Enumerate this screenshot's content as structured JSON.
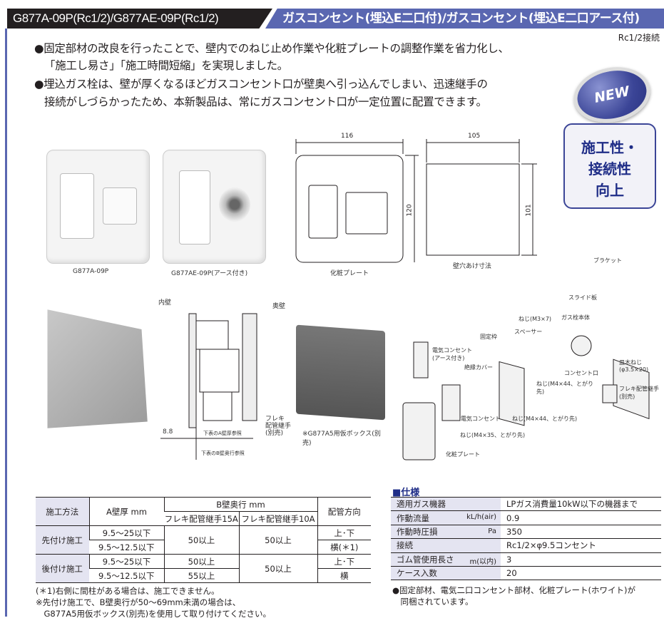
{
  "header": {
    "model": "G877A-09P(Rc1/2)/G877AE-09P(Rc1/2)",
    "title": "ガスコンセント(埋込E二口付)/ガスコンセント(埋込E二口アース付)",
    "connection": "Rc1/2接続"
  },
  "bullets": [
    "●固定部材の改良を行ったことで、壁内でのねじ止め作業や化粧プレートの調整作業を省力化し、",
    "「施工し易さ」「施工時間短縮」を実現しました。",
    "●埋込ガス栓は、壁が厚くなるほどガスコンセント口が壁奥へ引っ込んでしまい、迅速継手の",
    "接続がしづらかったため、本新製品は、常にガスコンセント口が一定位置に配置できます。"
  ],
  "badge": {
    "new": "NEW",
    "lines": [
      "施工性・",
      "接続性",
      "向上"
    ]
  },
  "products": [
    {
      "caption": "G877A-09P"
    },
    {
      "caption": "G877AE-09P(アース付き)"
    }
  ],
  "dimensions": {
    "plate_width": "116",
    "plate_height": "120",
    "plate_caption": "化粧プレート",
    "hole_width": "105",
    "hole_height": "101",
    "hole_caption": "壁穴あけ寸法"
  },
  "section": {
    "inner_wall": "内壁",
    "back_wall": "奥壁",
    "flex_joint": "フレキ\n配管継手\n(別売)",
    "offset": "8.8",
    "a_ref": "下表のA壁厚参照",
    "b_ref": "下表のB壁奥行参照"
  },
  "box_caption": "※G877A5用仮ボックス(別売)",
  "exploded": {
    "labels": [
      "ブラケット",
      "スライド板",
      "ねじ(M3×7)",
      "ガス栓本体",
      "スペーサー",
      "固定枠",
      "電気コンセント(アース付き)",
      "絶縁カバー",
      "皿木ねじ(φ3.5×20)",
      "コンセント口",
      "ねじ(M4×44、とがり先)",
      "フレキ配管継手(別売)",
      "電気コンセント",
      "ねじ(M4×44、とがり先)",
      "ねじ(M4×35、とがり先)",
      "化粧プレート"
    ]
  },
  "install_table": {
    "headers": {
      "method": "施工方法",
      "a": "A壁厚 mm",
      "b": "B壁奥行 mm",
      "b15": "フレキ配管継手15A",
      "b10": "フレキ配管継手10A",
      "dir": "配管方向"
    },
    "pre": {
      "label": "先付け施工",
      "a1": "9.5～25以下",
      "a2": "9.5～12.5以下",
      "b15": "50以上",
      "b10": "50以上",
      "d1": "上･下",
      "d2": "横(＊1)"
    },
    "post": {
      "label": "後付け施工",
      "a1": "9.5～25以下",
      "a2": "9.5～12.5以下",
      "b15_1": "50以上",
      "b15_2": "55以上",
      "b10": "50以上",
      "d1": "上･下",
      "d2": "横"
    },
    "notes": [
      "(＊1)右側に間柱がある場合は、施工できません。",
      "※先付け施工で、B壁奥行が50～69mm未満の場合は、",
      "　G877A5用仮ボックス(別売)を使用して取り付けてください。"
    ]
  },
  "spec": {
    "title": "■仕様",
    "rows": [
      {
        "label": "適用ガス機器",
        "unit": "",
        "value": "LPガス消費量10kW以下の機器まで"
      },
      {
        "label": "作動流量",
        "unit": "kL/h(air)",
        "value": "0.9"
      },
      {
        "label": "作動時圧損",
        "unit": "Pa",
        "value": "350"
      },
      {
        "label": "接続",
        "unit": "",
        "value": "Rc1/2×φ9.5コンセント"
      },
      {
        "label": "ゴム管使用長さ",
        "unit": "m(以内)",
        "value": "3"
      },
      {
        "label": "ケース入数",
        "unit": "",
        "value": "20"
      }
    ],
    "note": [
      "●固定部材、電気二口コンセント部材、化粧プレート(ホワイト)が",
      "　同梱されています。"
    ]
  },
  "colors": {
    "accent": "#5a67b1",
    "header_dark": "#231f20",
    "table_header": "#e4e4f1"
  }
}
